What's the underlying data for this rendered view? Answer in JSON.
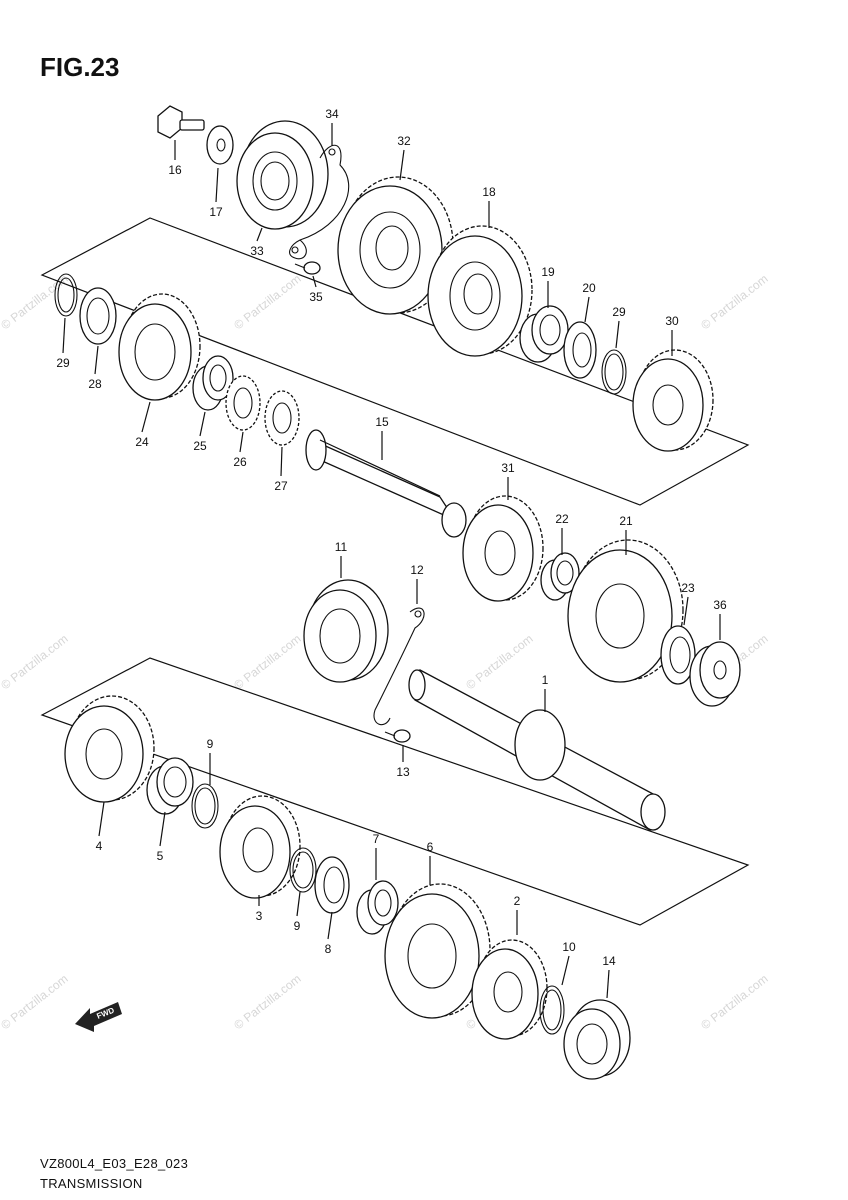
{
  "figure": {
    "title": "FIG.23"
  },
  "footer": {
    "code": "VZ800L4_E03_E28_023",
    "name": "TRANSMISSION"
  },
  "fwd_label": "FWD",
  "watermark": "© Partzilla.com",
  "callouts": [
    "1",
    "2",
    "3",
    "4",
    "5",
    "6",
    "7",
    "8",
    "9",
    "9",
    "10",
    "11",
    "12",
    "13",
    "14",
    "15",
    "16",
    "17",
    "18",
    "19",
    "20",
    "21",
    "22",
    "23",
    "24",
    "25",
    "26",
    "27",
    "28",
    "29",
    "29",
    "30",
    "31",
    "32",
    "33",
    "34",
    "35",
    "36"
  ]
}
